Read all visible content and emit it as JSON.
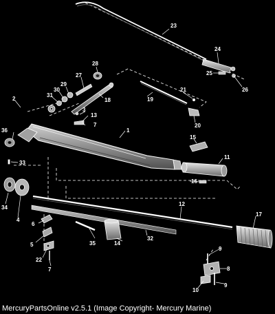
{
  "caption": "MercuryPartsOnline v2.5.1 (Image Copyright- Mercury Marine)",
  "callouts": [
    "1",
    "2",
    "3",
    "4",
    "5",
    "6",
    "7",
    "7",
    "8",
    "9",
    "9",
    "10",
    "11",
    "12",
    "13",
    "14",
    "15",
    "16",
    "17",
    "18",
    "19",
    "20",
    "21",
    "22",
    "23",
    "24",
    "25",
    "26",
    "27",
    "28",
    "29",
    "30",
    "31",
    "32",
    "33",
    "34",
    "35",
    "36"
  ],
  "colors": {
    "background": "#000000",
    "line_art": "#ffffff",
    "part_fill": "#9a9a9a"
  }
}
